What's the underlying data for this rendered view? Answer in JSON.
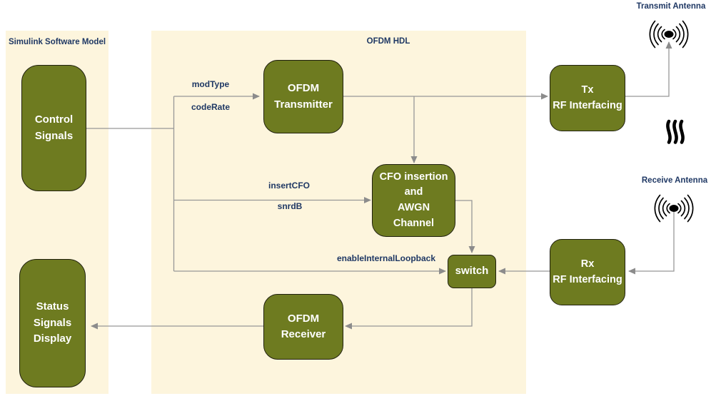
{
  "panels": {
    "simulink": {
      "title": "Simulink Software Model"
    },
    "ofdm_hdl": {
      "title": "OFDM HDL"
    }
  },
  "blocks": {
    "control_signals": {
      "label": "Control\nSignals"
    },
    "status_signals_display": {
      "label": "Status\nSignals\nDisplay"
    },
    "ofdm_transmitter": {
      "label": "OFDM\nTransmitter"
    },
    "cfo_awgn_channel": {
      "label": "CFO insertion\nand\nAWGN\nChannel"
    },
    "switch": {
      "label": "switch"
    },
    "ofdm_receiver": {
      "label": "OFDM\nReceiver"
    },
    "tx_rf_interfacing": {
      "label": "Tx\nRF Interfacing"
    },
    "rx_rf_interfacing": {
      "label": "Rx\nRF Interfacing"
    }
  },
  "signal_labels": {
    "mod_type": "modType",
    "code_rate": "codeRate",
    "insert_cfo": "insertCFO",
    "snr_db": "snrdB",
    "enable_internal_loopback": "enableInternalLoopback"
  },
  "antennas": {
    "transmit": {
      "label": "Transmit Antenna"
    },
    "receive": {
      "label": "Receive Antenna"
    }
  },
  "colors": {
    "panel_bg": "#FDF5DD",
    "block_fill": "#6E7B20",
    "block_border": "#20200F",
    "block_text": "#FFFFFF",
    "label_text": "#1F3864",
    "connector": "#979797",
    "arrowhead": "#8C8C8C",
    "antenna": "#000000"
  }
}
